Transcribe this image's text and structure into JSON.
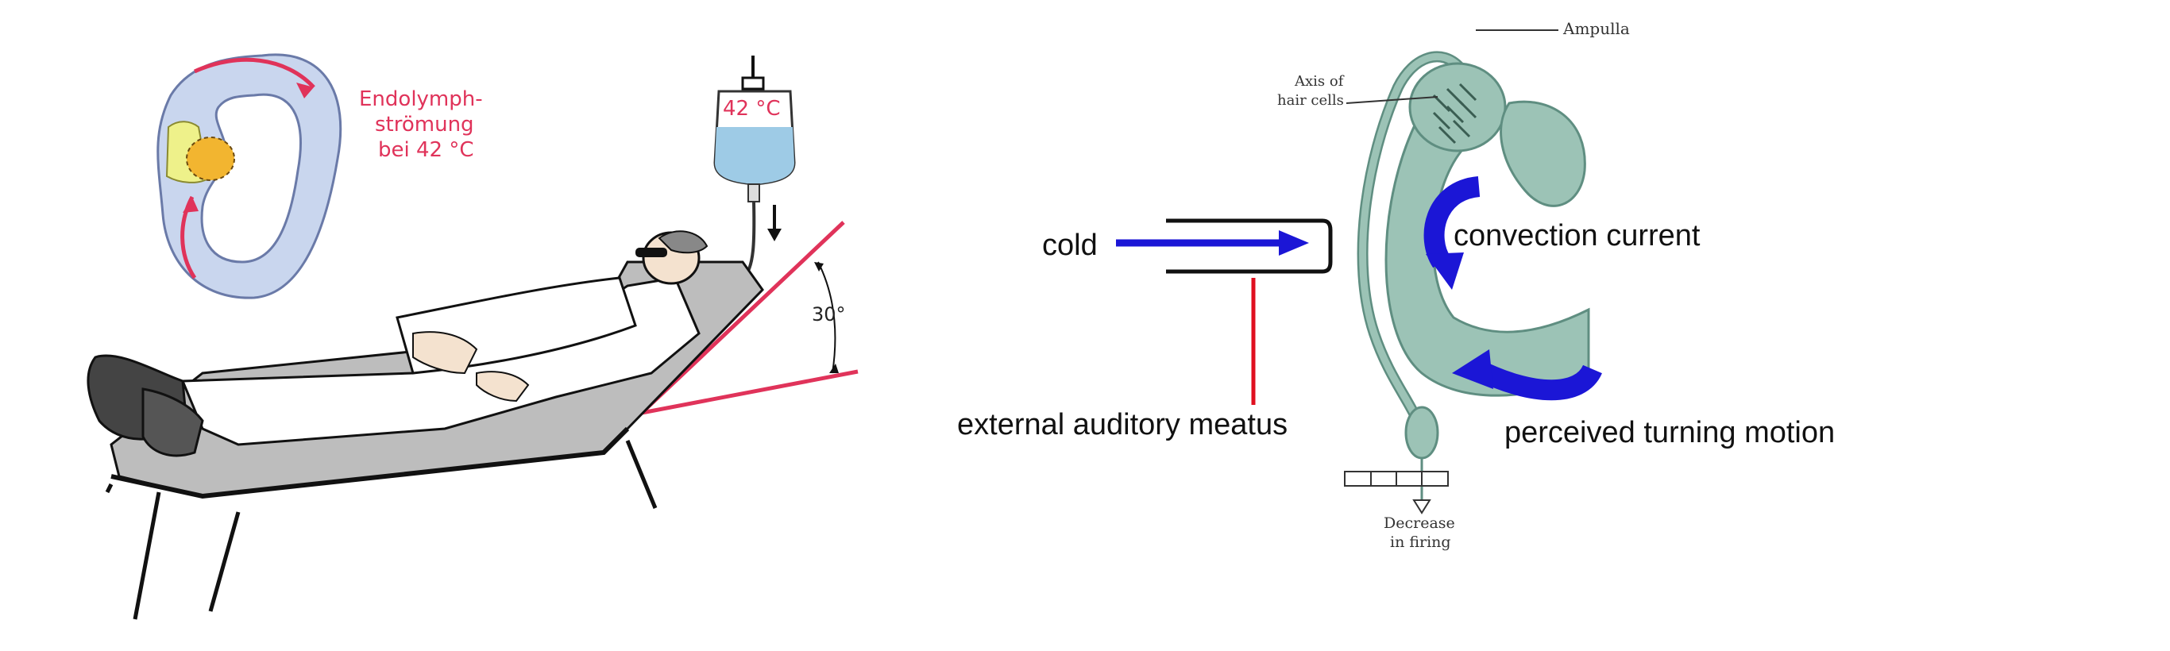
{
  "left_panel": {
    "endolymph_label": [
      "Endolymph-",
      "strömung",
      "bei 42 °C"
    ],
    "bag_temperature": "42 °C",
    "tilt_angle": "30°",
    "colors": {
      "accent": "#e0335a",
      "canal": "#c9d6ee",
      "bag_fluid": "#9ecbe6",
      "couch": "#b9b9b9"
    }
  },
  "right_panel": {
    "ampulla_label": "Ampulla",
    "axis_label": [
      "Axis of",
      "hair cells"
    ],
    "cold_label": "cold",
    "convection_label": "convection current",
    "meatus_label": "external auditory meatus",
    "perceived_label": "perceived turning motion",
    "firing_label": [
      "Decrease",
      "in firing"
    ],
    "colors": {
      "canal": "#9cc3b6",
      "arrow": "#1b16d6",
      "meatus_line": "#e01020"
    }
  }
}
